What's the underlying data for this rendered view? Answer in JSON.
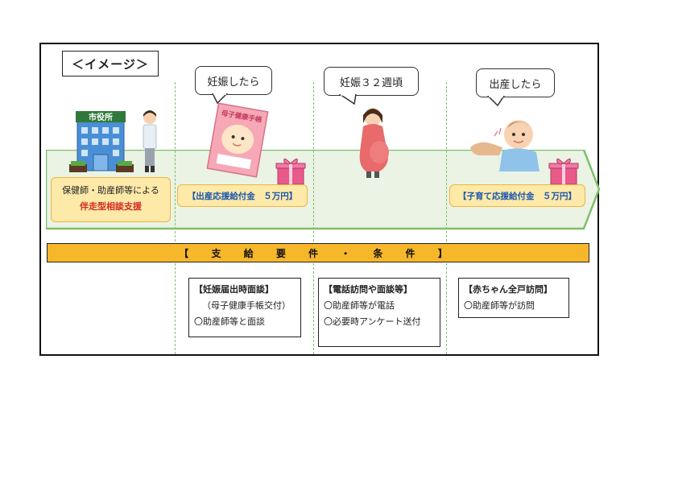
{
  "title": "＜イメージ＞",
  "bubbles": {
    "pregnant": "妊娠したら",
    "week32": "妊娠３２週頃",
    "birth": "出産したら"
  },
  "illustrations": {
    "city_hall_sign": "市役所",
    "handbook_label": "母子健康手帳"
  },
  "support": {
    "line1": "保健師・助産師等による",
    "line2": "伴走型相談支援"
  },
  "benefits": {
    "birth_support": "【出産応援給付金　５万円】",
    "child_support": "【子育て応援給付金　５万円】"
  },
  "conditions_band": "【 支 給 要 件 ・ 条 件 】",
  "conditions": {
    "interview": {
      "title": "【妊娠届出時面談】",
      "lines": [
        "（母子健康手帳交付）",
        "〇助産師等と面談"
      ]
    },
    "phone": {
      "title": "【電話訪問や面談等】",
      "lines": [
        "〇助産師等が電話",
        "〇必要時アンケート送付"
      ]
    },
    "visit": {
      "title": "【赤ちゃん全戸訪問】",
      "lines": [
        "〇助産師等が訪問"
      ]
    }
  },
  "colors": {
    "arrow_fill": "#eaf3e4",
    "arrow_stroke": "#7fbf6a",
    "band": "#f6b72a",
    "box_fill": "#fde9a8",
    "benefit_text": "#1a56b0",
    "accent_red": "#d42a1f"
  }
}
